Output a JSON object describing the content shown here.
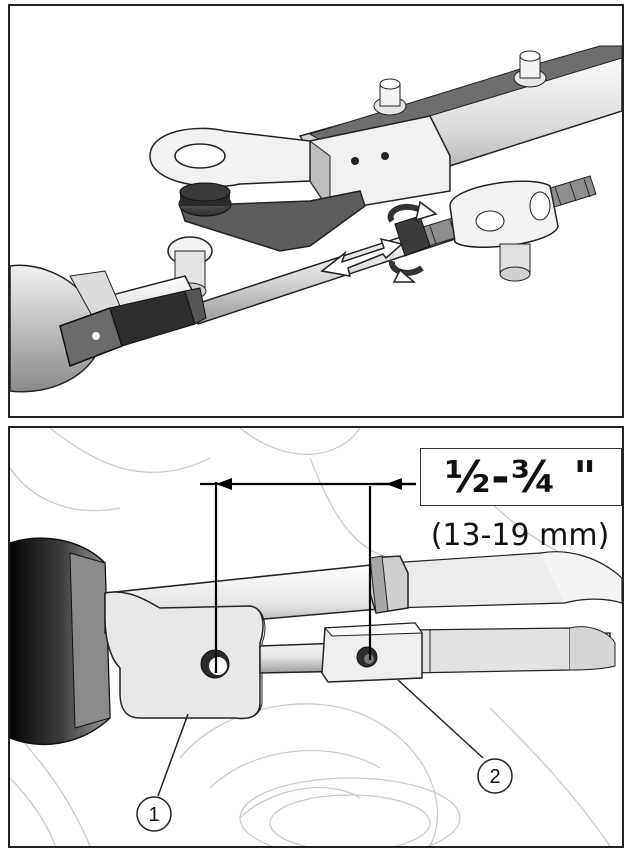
{
  "measurement": {
    "imperial": "½-¾ \"",
    "metric": "(13-19 mm)"
  },
  "callouts": [
    {
      "number": "1"
    },
    {
      "number": "2"
    }
  ],
  "colors": {
    "outline": "#222222",
    "metal_light": "#e6e6e6",
    "metal_mid": "#b4b4b4",
    "metal_dark": "#4a4a4a",
    "rubber": "#1a1a1a"
  }
}
